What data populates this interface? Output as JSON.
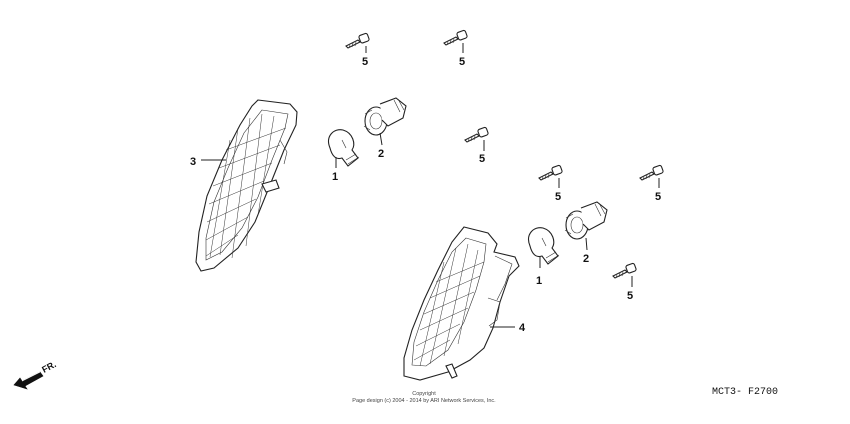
{
  "diagram": {
    "callouts": [
      {
        "id": "c1a",
        "text": "1"
      },
      {
        "id": "c1b",
        "text": "1"
      },
      {
        "id": "c2a",
        "text": "2"
      },
      {
        "id": "c2b",
        "text": "2"
      },
      {
        "id": "c3",
        "text": "3"
      },
      {
        "id": "c4",
        "text": "4"
      },
      {
        "id": "c5a",
        "text": "5"
      },
      {
        "id": "c5b",
        "text": "5"
      },
      {
        "id": "c5c",
        "text": "5"
      },
      {
        "id": "c5d",
        "text": "5"
      },
      {
        "id": "c5e",
        "text": "5"
      },
      {
        "id": "c5f",
        "text": "5"
      }
    ],
    "direction_label": "FR.",
    "copyright_line1": "Copyright",
    "copyright_line2": "Page design (c) 2004 - 2014 by ARI Network Services, Inc.",
    "figure_code": "MCT3- F2700"
  }
}
